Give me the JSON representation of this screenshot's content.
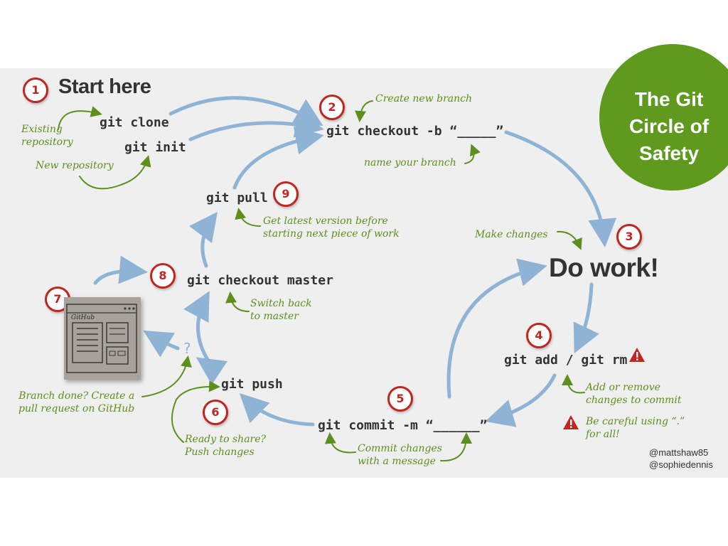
{
  "badge": {
    "title": "The Git\nCircle of\nSafety"
  },
  "steps": [
    "1",
    "2",
    "3",
    "4",
    "5",
    "6",
    "7",
    "8",
    "9"
  ],
  "headings": {
    "start": "Start here",
    "do_work": "Do work!"
  },
  "commands": {
    "clone": "git clone",
    "init": "git init",
    "checkout_b": "git checkout -b “_____”",
    "add_rm": "git add / git rm",
    "commit": "git commit -m “______”",
    "push": "git push",
    "checkout_master": "git checkout master",
    "pull": "git pull",
    "question": "?"
  },
  "notes": {
    "existing_line1": "Existing",
    "existing_line2": "repository",
    "new_repo": "New repository",
    "create_branch": "Create new branch",
    "name_branch": "name your branch",
    "make_changes": "Make changes",
    "add_remove_line1": "Add or remove",
    "add_remove_line2": "changes to commit",
    "careful_line1": "Be careful using  “.”",
    "careful_line2": "for all!",
    "commit_line1": "Commit changes",
    "commit_line2": "with a message",
    "ready_line1": "Ready to share?",
    "ready_line2": "Push changes",
    "branch_done_line1": "Branch done? Create a",
    "branch_done_line2": "pull request on GitHub",
    "switch_line1": "Switch back",
    "switch_line2": "to master",
    "latest_line1": "Get latest version before",
    "latest_line2": "starting next piece of work"
  },
  "mockup": {
    "label": "GitHub"
  },
  "credits": {
    "line1": "@mattshaw85",
    "line2": "@sophiedennis"
  },
  "colors": {
    "accent_green": "#5f9a1f",
    "step_red": "#c0261f",
    "arrow_blue": "#8fb3d4",
    "note_green": "#5c8f1c"
  }
}
